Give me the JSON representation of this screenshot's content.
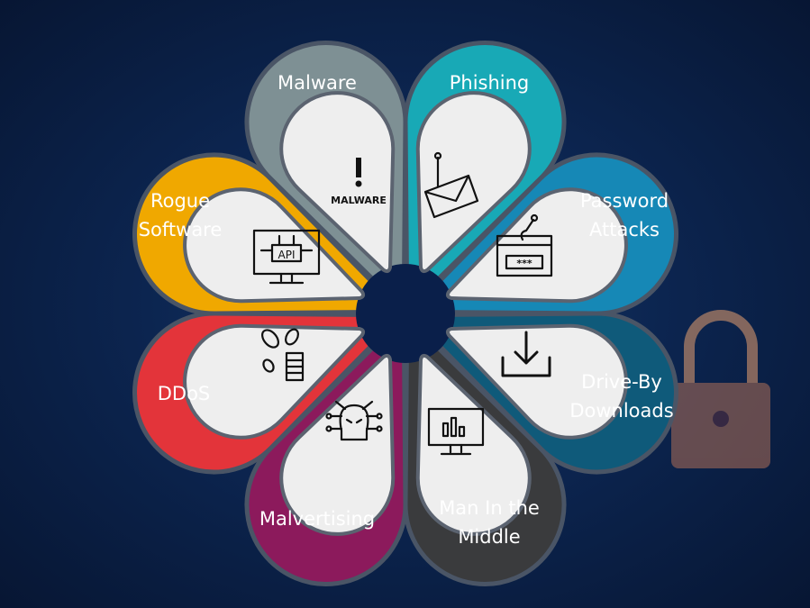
{
  "petals": [
    {
      "id": "malware",
      "lines": [
        "Malware"
      ],
      "color": "#7e9094",
      "icon": "malware-warning-icon",
      "icon_text": "MALWARE"
    },
    {
      "id": "phishing",
      "lines": [
        "Phishing"
      ],
      "color": "#18a9b6",
      "icon": "phishing-envelope-icon"
    },
    {
      "id": "password",
      "lines": [
        "Password",
        "Attacks"
      ],
      "color": "#1688b6",
      "icon": "password-window-icon",
      "icon_text": "***"
    },
    {
      "id": "driveby",
      "lines": [
        "Drive-By",
        "Downloads"
      ],
      "color": "#0f5a7a",
      "icon": "download-icon"
    },
    {
      "id": "mitm",
      "lines": [
        "Man In the",
        "Middle"
      ],
      "color": "#3a3b3d",
      "icon": "monitor-chart-icon"
    },
    {
      "id": "malvertising",
      "lines": [
        "Malvertising"
      ],
      "color": "#8c1a5c",
      "icon": "skull-network-icon"
    },
    {
      "id": "ddos",
      "lines": [
        "DDoS"
      ],
      "color": "#e3343a",
      "icon": "bombs-server-icon"
    },
    {
      "id": "rogue",
      "lines": [
        "Rogue",
        "Software"
      ],
      "color": "#f0a800",
      "icon": "api-monitor-icon",
      "icon_text": "API"
    }
  ],
  "colors": {
    "background": "#0c2550",
    "inner_petal": "#eeeeee",
    "center": "#0a1f4a"
  }
}
